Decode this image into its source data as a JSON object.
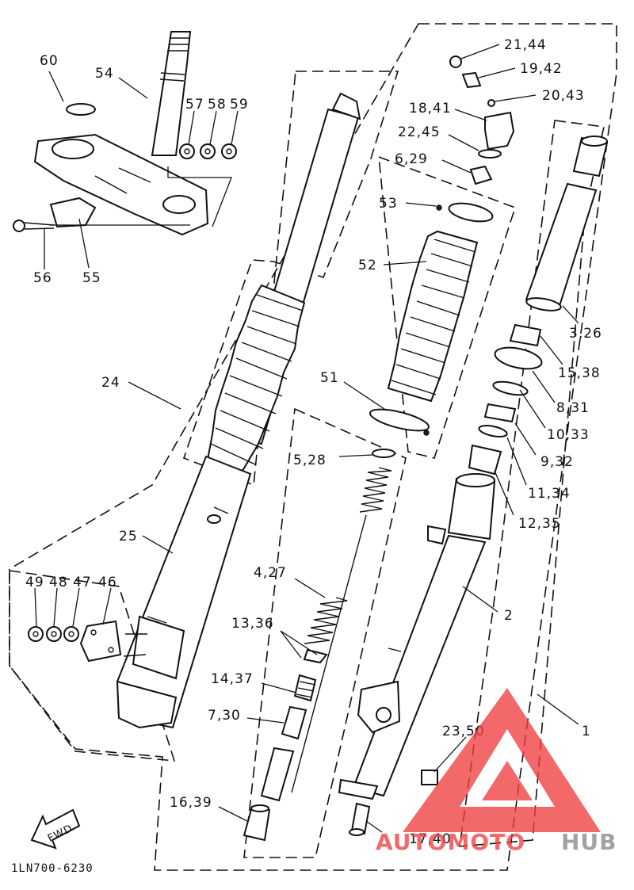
{
  "diagram_code": "1LN700-6230",
  "fwd_label": "FWD",
  "brand": {
    "part1": "AUTOMOTO",
    "part2": "HUB",
    "color_main": "#f04040",
    "color_hub": "#888888"
  },
  "callouts": {
    "c60": "60",
    "c54": "54",
    "c57": "57",
    "c58": "58",
    "c59": "59",
    "c56": "56",
    "c55": "55",
    "c21_44": "21,44",
    "c19_42": "19,42",
    "c20_43": "20,43",
    "c18_41": "18,41",
    "c22_45": "22,45",
    "c6_29": "6,29",
    "c53": "53",
    "c52": "52",
    "c3_26": "3,26",
    "c15_38": "15,38",
    "c8_31": "8,31",
    "c10_33": "10,33",
    "c9_32": "9,32",
    "c11_34": "11,34",
    "c12_35": "12,35",
    "c24": "24",
    "c51": "51",
    "c5_28": "5,28",
    "c25": "25",
    "c49": "49",
    "c48": "48",
    "c47": "47",
    "c46": "46",
    "c4_27": "4,27",
    "c2": "2",
    "c13_36": "13,36",
    "c14_37": "14,37",
    "c7_30": "7,30",
    "c1": "1",
    "c23_50": "23,50",
    "c16_39": "16,39",
    "c17_40": "17,40"
  }
}
